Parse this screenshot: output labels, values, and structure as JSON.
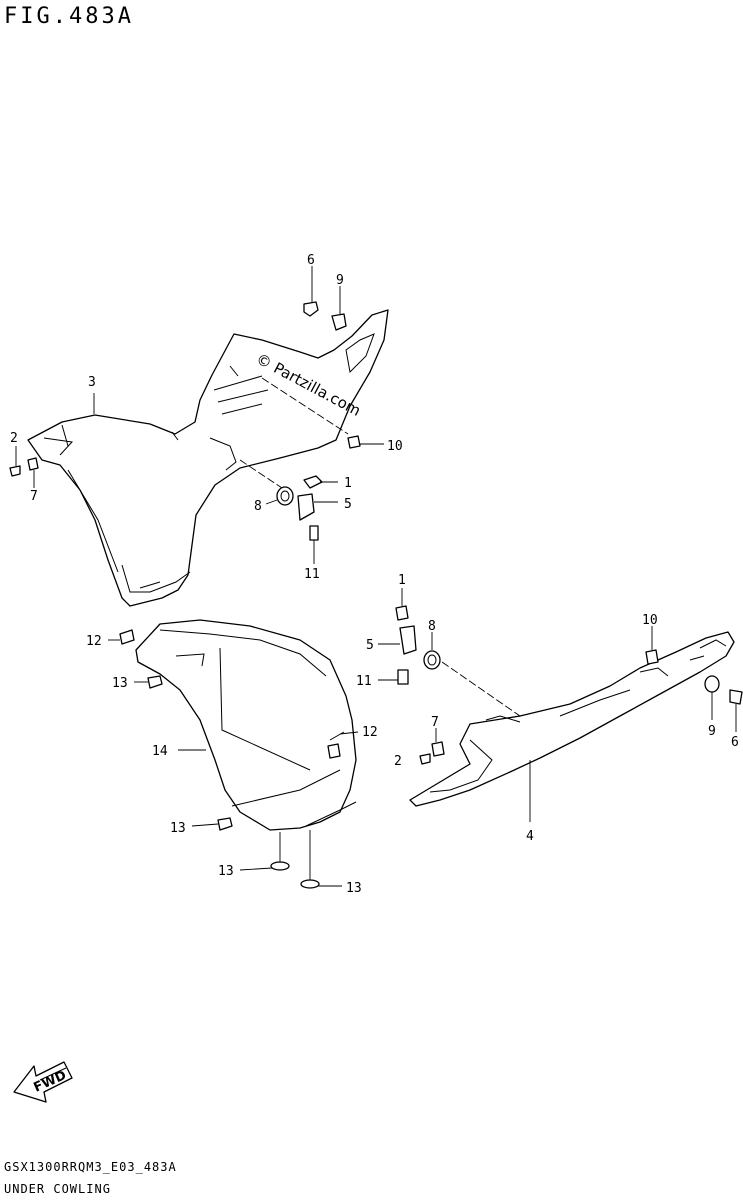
{
  "figure": {
    "title": "FIG.483A",
    "watermark": "© Partzilla.com",
    "code": "GSX1300RRQM3_E03_483A",
    "name": "UNDER COWLING",
    "fwd_label": "FWD"
  },
  "callouts": {
    "c3": "3",
    "c2_left": "2",
    "c7_left": "7",
    "c6_top": "6",
    "c9_top": "9",
    "c10_top": "10",
    "c1_top": "1",
    "c5_top": "5",
    "c8_top": "8",
    "c11_top": "11",
    "c12_left": "12",
    "c13_a": "13",
    "c14": "14",
    "c12_right": "12",
    "c13_b": "13",
    "c13_c": "13",
    "c13_d": "13",
    "c1_right": "1",
    "c5_right": "5",
    "c8_right": "8",
    "c11_right": "11",
    "c10_right": "10",
    "c7_right": "7",
    "c2_right": "2",
    "c9_right": "9",
    "c6_right": "6",
    "c4": "4"
  }
}
